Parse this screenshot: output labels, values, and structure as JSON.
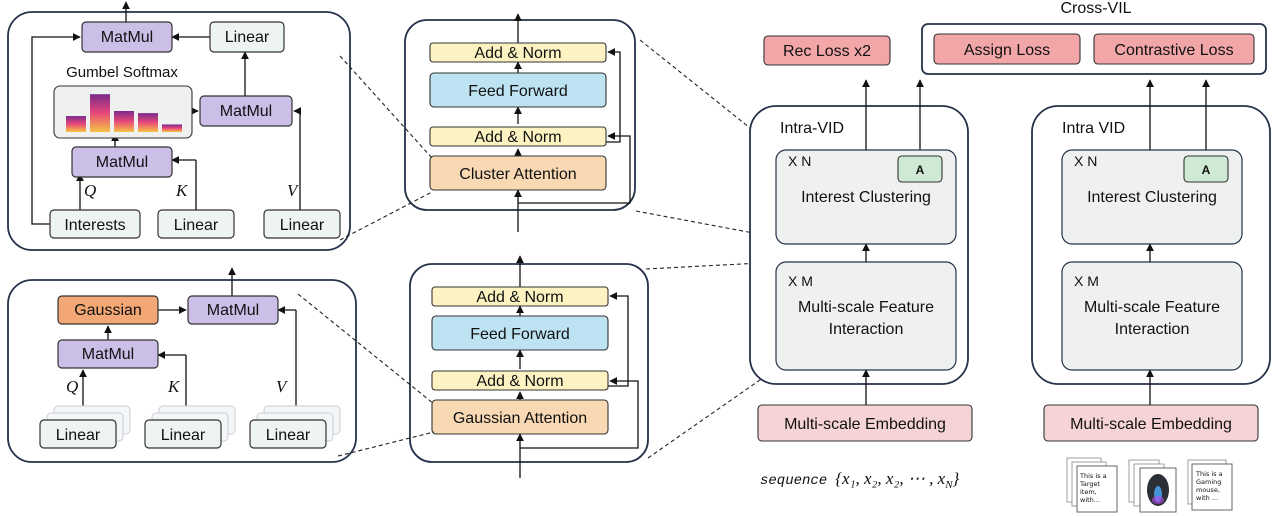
{
  "colors": {
    "matmul": "#cbbfe8",
    "linear": "#eef3f3",
    "gaussian": "#f3a774",
    "add_norm": "#fdf3c2",
    "feed_forward": "#bde3f2",
    "attention": "#f9d9b4",
    "loss": "#f2a6a8",
    "embedding": "#f6d4d6",
    "assign_badge": "#cfe9d5",
    "stage_box": "#eef1f0"
  },
  "cluster_detail": {
    "top_matmul": "MatMul",
    "linear_top": "Linear",
    "softmax_title": "Gumbel Softmax",
    "mid_matmul_right": "MatMul",
    "mid_matmul_left": "MatMul",
    "q": "Q",
    "k": "K",
    "v": "V",
    "interests": "Interests",
    "linear_k": "Linear",
    "linear_v": "Linear"
  },
  "gaussian_detail": {
    "gaussian": "Gaussian",
    "matmul_right": "MatMul",
    "matmul_left": "MatMul",
    "q": "Q",
    "k": "K",
    "v": "V",
    "linear_q": "Linear",
    "linear_k": "Linear",
    "linear_v": "Linear"
  },
  "cluster_block": {
    "add_norm_top": "Add & Norm",
    "feed_forward": "Feed Forward",
    "add_norm_bottom": "Add & Norm",
    "attention": "Cluster Attention"
  },
  "gaussian_block": {
    "add_norm_top": "Add & Norm",
    "feed_forward": "Feed Forward",
    "add_norm_bottom": "Add & Norm",
    "attention": "Gaussian Attention"
  },
  "intra_vid_left": {
    "title": "Intra-VID",
    "rec_loss": "Rec Loss x2",
    "xn": "X N",
    "badge": "A",
    "clustering": "Interest Clustering",
    "xm": "X M",
    "interaction_line1": "Multi-scale Feature",
    "interaction_line2": "Interaction",
    "embedding": "Multi-scale Embedding",
    "sequence_prefix": "sequence",
    "sequence_set": "{x₁, x₂, x₂, ⋯ , x",
    "sequence_last_sub": "N",
    "sequence_close": "}"
  },
  "intra_vid_right": {
    "title": "Intra VID",
    "xn": "X N",
    "badge": "A",
    "clustering": "Interest Clustering",
    "xm": "X M",
    "interaction_line1": "Multi-scale Feature",
    "interaction_line2": "Interaction",
    "embedding": "Multi-scale Embedding"
  },
  "cross_vil": {
    "title": "Cross-VIL",
    "assign_loss": "Assign Loss",
    "contrastive_loss": "Contrastive Loss"
  },
  "thumbnails": {
    "card1_lines": [
      "This is a",
      "Target",
      "item,",
      "with..."
    ],
    "card2_lines": [
      "This is a",
      "Gaming",
      "mouse,",
      "with ..."
    ]
  },
  "softmax_bars": [
    {
      "h": 0.38,
      "c": 0
    },
    {
      "h": 0.9,
      "c": 1
    },
    {
      "h": 0.5,
      "c": 2
    },
    {
      "h": 0.45,
      "c": 3
    },
    {
      "h": 0.18,
      "c": 4
    }
  ]
}
